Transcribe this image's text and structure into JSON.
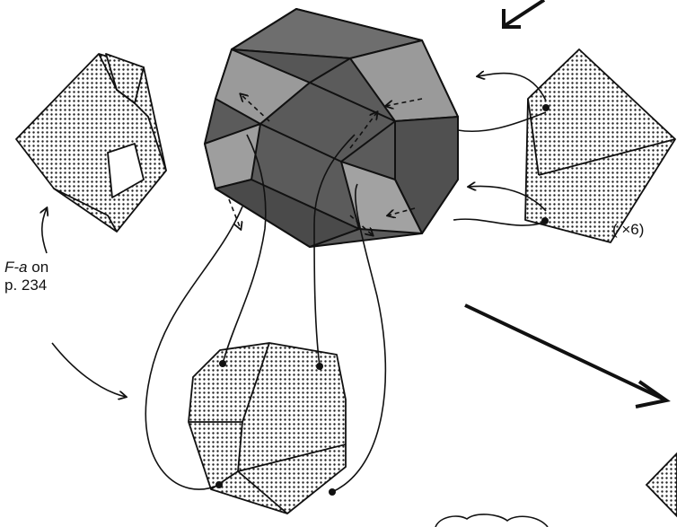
{
  "annotations": {
    "ref_line1_part1": "F",
    "ref_line1_part2": "-a",
    "ref_line1_part3": " on",
    "ref_line2": "p. 234",
    "multiplier": "( ×6)"
  },
  "colors": {
    "dark_face": "#5a5a5a",
    "mid_face": "#9a9a9a",
    "top_face": "#6e6e6e",
    "dotted_fill": "#cfcfcf",
    "line": "#111111"
  },
  "icons": [
    "dotted-paper-unit",
    "cube-model",
    "pentagon-unit",
    "curved-arrow",
    "straight-arrow"
  ]
}
